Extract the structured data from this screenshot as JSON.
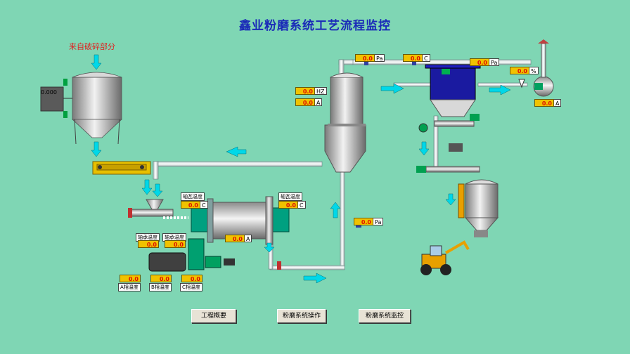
{
  "title": "鑫业粉磨系统工艺流程监控",
  "source_label": "来自破碎部分",
  "hopper_level": "0.000",
  "readouts": [
    {
      "id": "mill-outlet-pressure",
      "value": "0.0",
      "unit": "Pa"
    },
    {
      "id": "mill-outlet-temp",
      "value": "0.0",
      "unit": "C"
    },
    {
      "id": "bag-filter-pressure",
      "value": "0.0",
      "unit": "Pa"
    },
    {
      "id": "fan-valve-open",
      "value": "0.0",
      "unit": "%"
    },
    {
      "id": "fan-current",
      "value": "0.0",
      "unit": "A"
    },
    {
      "id": "separator-frequency",
      "value": "0.0",
      "unit": "HZ"
    },
    {
      "id": "separator-current",
      "value": "0.0",
      "unit": "A"
    },
    {
      "id": "return-pipe-pressure",
      "value": "0.0",
      "unit": "Pa"
    },
    {
      "id": "mill-current",
      "value": "0.0",
      "unit": "A"
    },
    {
      "id": "bearing-temp-left",
      "value": "0.0",
      "unit": "C"
    },
    {
      "id": "bearing-temp-right",
      "value": "0.0",
      "unit": "C"
    }
  ],
  "labels": {
    "bearing_temp_left": "轴瓦温度",
    "bearing_temp_right": "轴瓦温度",
    "motor_bearing_1": "轴承温度",
    "motor_bearing_2": "轴承温度",
    "phase_a": "A相温度",
    "phase_b": "B相温度",
    "phase_c": "C相温度"
  },
  "motor_values": {
    "bearing_1": "0.0",
    "bearing_2": "0.0",
    "phase_a": "0.0",
    "phase_b": "0.0",
    "phase_c": "0.0"
  },
  "buttons": {
    "overview": "工程概要",
    "operation": "粉磨系统操作",
    "monitor": "粉磨系统监控"
  },
  "colors": {
    "background": "#7fd6b4",
    "title": "#1a2ab8",
    "readout_bg": "#f0c200",
    "readout_text": "#e01000",
    "arrow": "#00d8e8",
    "pipe": "#e8f0f0",
    "filter_body": "#1a1aa0",
    "mill_flange": "#00a080"
  }
}
